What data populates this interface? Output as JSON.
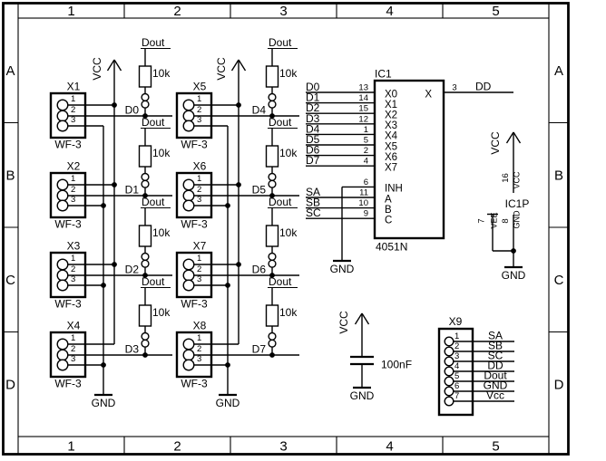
{
  "frame": {
    "columns": [
      "1",
      "2",
      "3",
      "4",
      "5"
    ],
    "rows": [
      "A",
      "B",
      "C",
      "D"
    ]
  },
  "labels": {
    "vcc": "VCC",
    "gnd": "GND",
    "dout": "Dout",
    "resistor_value": "10k",
    "connector_value": "WF-3"
  },
  "nets": {
    "d": [
      "D0",
      "D1",
      "D2",
      "D3",
      "D4",
      "D5",
      "D6",
      "D7"
    ],
    "dd": "DD"
  },
  "connectors": {
    "refs": [
      "X1",
      "X2",
      "X3",
      "X4",
      "X5",
      "X6",
      "X7",
      "X8"
    ],
    "pins": [
      "1",
      "2",
      "3"
    ]
  },
  "ic1": {
    "ref": "IC1",
    "value": "4051N",
    "inputs": [
      {
        "net": "D0",
        "pin": "13",
        "name": "X0"
      },
      {
        "net": "D1",
        "pin": "14",
        "name": "X1"
      },
      {
        "net": "D2",
        "pin": "15",
        "name": "X2"
      },
      {
        "net": "D3",
        "pin": "12",
        "name": "X3"
      },
      {
        "net": "D4",
        "pin": "1",
        "name": "X4"
      },
      {
        "net": "D5",
        "pin": "5",
        "name": "X5"
      },
      {
        "net": "D6",
        "pin": "2",
        "name": "X6"
      },
      {
        "net": "D7",
        "pin": "4",
        "name": "X7"
      }
    ],
    "controls": [
      {
        "pin": "6",
        "name": "INH"
      },
      {
        "net": "SA",
        "pin": "11",
        "name": "A"
      },
      {
        "net": "SB",
        "pin": "10",
        "name": "B"
      },
      {
        "net": "SC",
        "pin": "9",
        "name": "C"
      }
    ],
    "output": {
      "pin": "3",
      "name": "X",
      "net": "DD"
    }
  },
  "ic1p": {
    "ref": "IC1P",
    "vcc": {
      "num": "16",
      "name": "VCC"
    },
    "gnd": {
      "num": "8",
      "name": "GND"
    },
    "vee": {
      "num": "7",
      "name": "VEE"
    }
  },
  "capacitor": {
    "value": "100nF"
  },
  "x9": {
    "ref": "X9",
    "pins": [
      {
        "num": "1",
        "net": "SA"
      },
      {
        "num": "2",
        "net": "SB"
      },
      {
        "num": "3",
        "net": "SC"
      },
      {
        "num": "4",
        "net": "DD"
      },
      {
        "num": "5",
        "net": "Dout"
      },
      {
        "num": "6",
        "net": "GND"
      },
      {
        "num": "7",
        "net": "Vcc"
      }
    ]
  }
}
